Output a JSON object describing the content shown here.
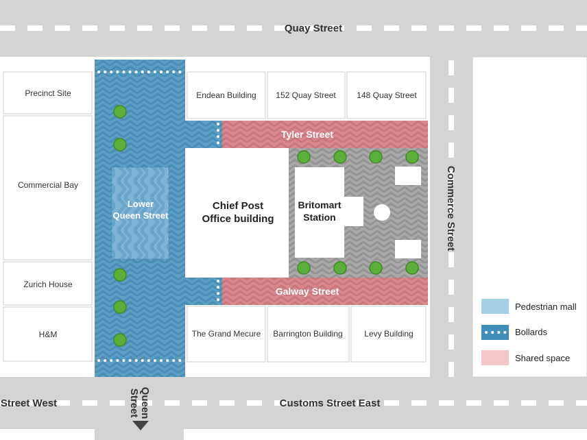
{
  "streets": {
    "quay": "Quay Street",
    "customs_east": "Customs Street East",
    "customs_west": "Street West",
    "commerce": "Commerce Street",
    "queen_line1": "Queen",
    "queen_line2": "Street",
    "tyler": "Tyler Street",
    "galway": "Galway Street",
    "lower_queen_line1": "Lower",
    "lower_queen_line2": "Queen Street"
  },
  "buildings": {
    "precinct_site": "Precinct Site",
    "commercial_bay": "Commercial Bay",
    "zurich_house": "Zurich House",
    "hm": "H&M",
    "endean": "Endean Building",
    "quay_152": "152 Quay Street",
    "quay_148": "148 Quay Street",
    "grand_mecure": "The Grand Mecure",
    "barrington": "Barrington Building",
    "levy": "Levy Building",
    "chief_post_line1": "Chief Post",
    "chief_post_line2": "Office building",
    "britomart_line1": "Britomart",
    "britomart_line2": "Station"
  },
  "legend": {
    "items": [
      {
        "label": "Pedestrian mall",
        "color": "#a6cfe6"
      },
      {
        "label": "Bollards",
        "color": "#3f8fb8"
      },
      {
        "label": "Shared space",
        "color": "#f5c6c8"
      }
    ]
  },
  "colors": {
    "road": "#d4d4d4",
    "pedestrian_mall": "#5b9ec4",
    "shared_space": "#d9868c",
    "station_plaza": "#a8a8a8",
    "tree": "#5cae3a"
  }
}
